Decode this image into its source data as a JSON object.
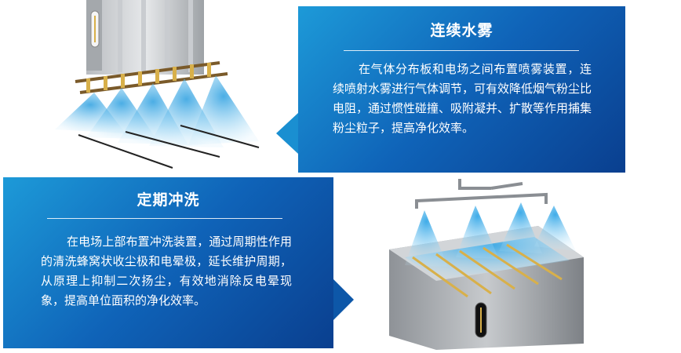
{
  "top_panel": {
    "title": "连续水雾",
    "body": "在气体分布板和电场之间布置喷雾装置，连续喷射水雾进行气体调节，可有效降低烟气粉尘比电阻，通过惯性碰撞、吸附凝并、扩散等作用捕集粉尘粒子，提高净化效率。"
  },
  "bottom_panel": {
    "title": "定期冲洗",
    "body": "在电场上部布置冲洗装置，通过周期性作用的清洗蜂窝状收尘极和电晕极，延长维护周期，从原理上抑制二次扬尘，有效地消除反电晕现象，提高单位面积的净化效率。"
  },
  "colors": {
    "panel_light": "#1d9ad8",
    "panel_dark": "#0a3f8f",
    "mist": "#46b4ea",
    "brass": "#d8b04a"
  },
  "icons": {
    "top_illustration": "water-mist-spray-device",
    "bottom_illustration": "periodic-flushing-device"
  }
}
